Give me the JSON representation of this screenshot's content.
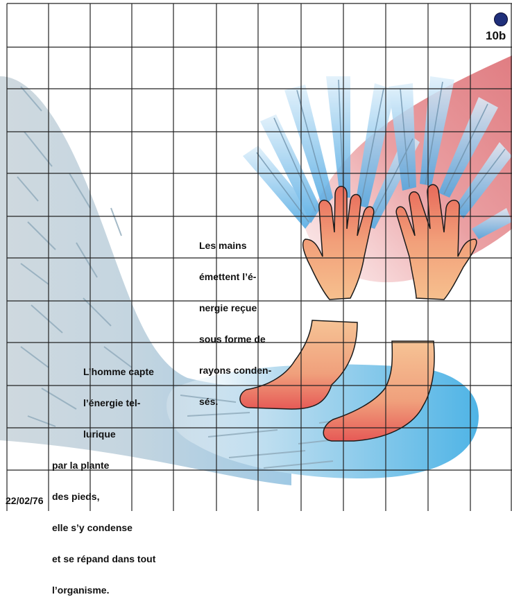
{
  "page_id": "10b",
  "date": "22/02/76",
  "hands_caption": [
    "Les mains",
    "émettent l’é-",
    "nergie reçue",
    "sous forme de",
    "rayons conden-",
    "sés."
  ],
  "feet_caption": [
    "L’homme capte",
    "l’énergie tel-",
    "lurique",
    "par la plante",
    "des pieds,",
    "elle s’y condense",
    "et se répand dans tout",
    "l’organisme."
  ],
  "colors": {
    "grid": "#222222",
    "telluric_flow": "#c9d6de",
    "ground_pool": "#5bb8e6",
    "hand_rays": "#7fc4ef",
    "red_glow": "#e58b8f",
    "skin": "#f0a878",
    "badge": "#1f2f7a"
  }
}
